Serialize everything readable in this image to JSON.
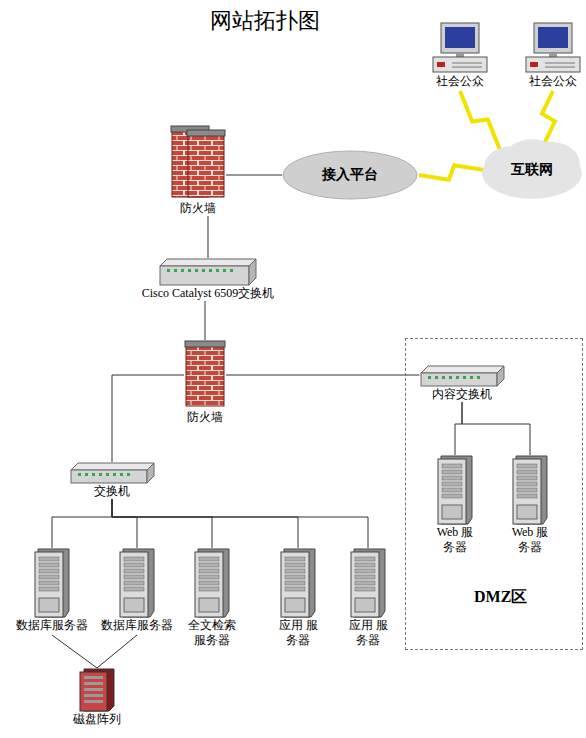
{
  "diagram": {
    "title": "网站拓扑图",
    "nodes": [
      {
        "text": [
          "社会公众"
        ]
      },
      {
        "text": [
          "社会公众"
        ]
      },
      {
        "text": [
          "接入平台"
        ]
      },
      {
        "text": [
          "互联网"
        ]
      },
      {
        "text": [
          "防火墙"
        ]
      },
      {
        "text": [
          "Cisco Catalyst 6509交换机"
        ]
      },
      {
        "text": [
          "防火墙"
        ]
      },
      {
        "text": [
          "DMZ区"
        ]
      },
      {
        "text": [
          "内容交换机"
        ],
        "in": 7
      },
      {
        "text": [
          "Web 服务器"
        ],
        "in": 7
      },
      {
        "text": [
          "Web 服务器"
        ],
        "in": 7
      },
      {
        "text": [
          "交换机"
        ]
      },
      {
        "text": [
          "数据库服务器"
        ]
      },
      {
        "text": [
          "数据库服务器"
        ]
      },
      {
        "text": [
          "全文检索 服务器"
        ]
      },
      {
        "text": [
          "应用 服务器"
        ]
      },
      {
        "text": [
          "应用 服务器"
        ]
      },
      {
        "text": [
          "磁盘阵列"
        ]
      }
    ],
    "edges": [
      {
        "from": 0,
        "to": 3,
        "arrow": "none"
      },
      {
        "from": 1,
        "to": 3,
        "arrow": "none"
      },
      {
        "from": 2,
        "to": 3,
        "arrow": "none"
      },
      {
        "from": 4,
        "to": 2,
        "arrow": "none"
      },
      {
        "from": 4,
        "to": 5,
        "arrow": "none"
      },
      {
        "from": 5,
        "to": 6,
        "arrow": "none"
      },
      {
        "from": 6,
        "to": 8,
        "arrow": "none"
      },
      {
        "from": 6,
        "to": 11,
        "arrow": "none"
      },
      {
        "from": 8,
        "to": 9,
        "arrow": "none"
      },
      {
        "from": 8,
        "to": 10,
        "arrow": "none"
      },
      {
        "from": 11,
        "to": 12,
        "arrow": "none"
      },
      {
        "from": 11,
        "to": 13,
        "arrow": "none"
      },
      {
        "from": 11,
        "to": 14,
        "arrow": "none"
      },
      {
        "from": 11,
        "to": 15,
        "arrow": "none"
      },
      {
        "from": 11,
        "to": 16,
        "arrow": "none"
      },
      {
        "from": 12,
        "to": 17,
        "arrow": "none"
      },
      {
        "from": 13,
        "to": 17,
        "arrow": "none"
      }
    ]
  }
}
